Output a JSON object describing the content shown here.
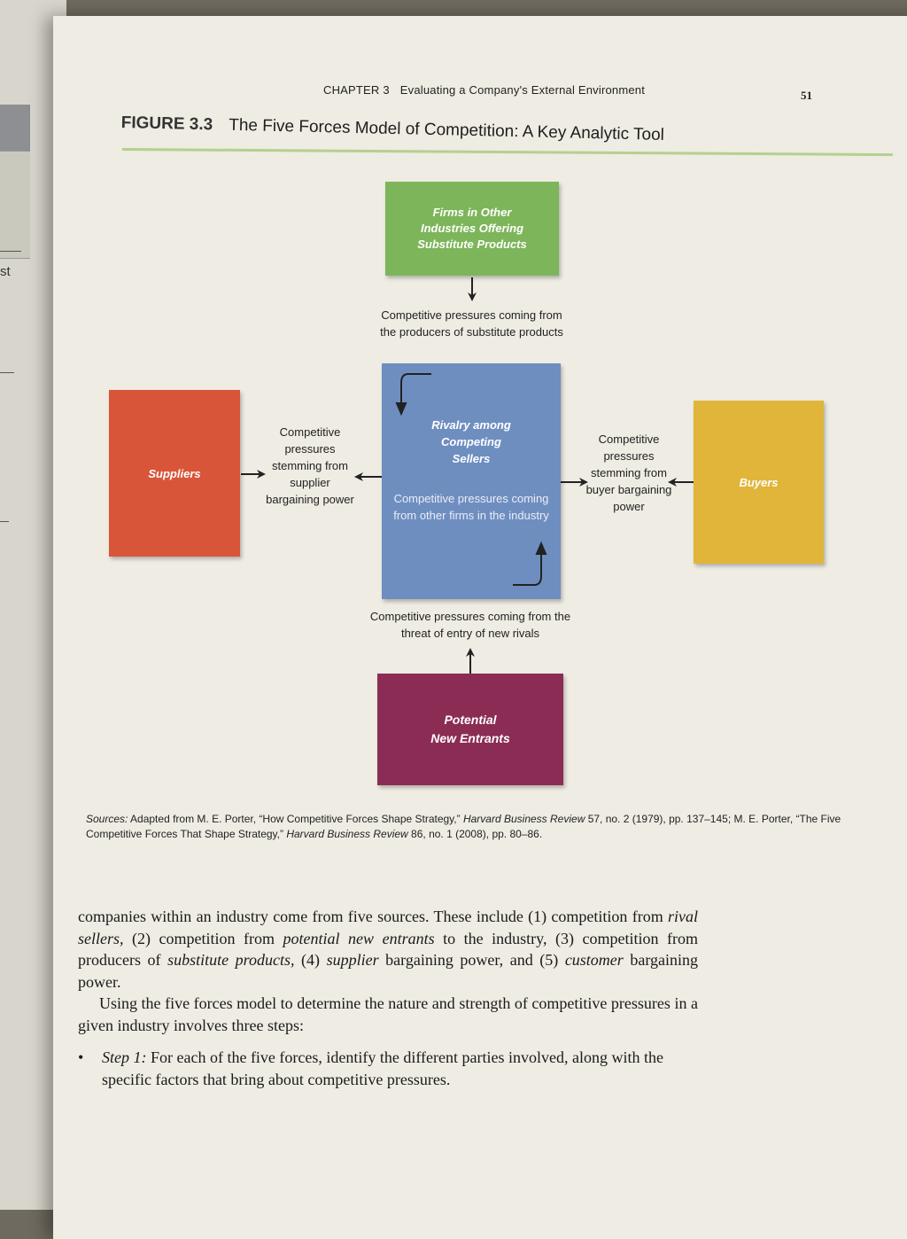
{
  "prev_page": {
    "fragment": "st"
  },
  "header": {
    "chapter_label": "CHAPTER 3",
    "chapter_title": "Evaluating a Company's External Environment",
    "page_number": "51"
  },
  "figure": {
    "label": "FIGURE 3.3",
    "title": "The Five Forces Model of Competition: A Key Analytic Tool",
    "boxes": {
      "substitutes": [
        "Firms in Other",
        "Industries Offering",
        "Substitute Products"
      ],
      "rivalry": [
        "Rivalry among",
        "Competing",
        "Sellers"
      ],
      "rivalry_note": "Competitive pressures coming from other firms in the industry",
      "suppliers": "Suppliers",
      "buyers": "Buyers",
      "entrants": [
        "Potential",
        "New Entrants"
      ]
    },
    "pressures": {
      "substitutes": "Competitive pressures coming from the producers of substitute products",
      "suppliers": "Competitive pressures stemming from supplier bargaining power",
      "buyers": "Competitive pressures stemming from buyer bargaining power",
      "entrants": "Competitive pressures coming from the threat of entry of new rivals"
    },
    "sources": {
      "label": "Sources:",
      "part1": " Adapted from M. E. Porter, “How Competitive Forces Shape Strategy,” ",
      "journal1": "Harvard Business Review",
      "part2": " 57, no. 2 (1979), pp. 137–145; M. E. Porter, “The Five Competitive Forces That Shape Strategy,” ",
      "journal2": "Harvard Business Review",
      "part3": " 86, no. 1 (2008), pp. 80–86."
    }
  },
  "body": {
    "p1": {
      "a": "companies within an industry come from five sources. These include (1) competition from ",
      "b": "rival sellers,",
      "c": " (2) competition from ",
      "d": "potential new entrants",
      "e": " to the industry, (3) competition from producers of ",
      "f": "substitute products,",
      "g": " (4) ",
      "h": "supplier",
      "i": " bargaining power, and (5) ",
      "j": "customer",
      "k": " bargaining power."
    },
    "p2": "Using the five forces model to determine the nature and strength of competitive pressures in a given industry involves three steps:",
    "bullet": {
      "symbol": "•",
      "step_label": "Step 1:",
      "text": " For each of the five forces, identify the different parties involved, along with the specific factors that bring about competitive pressures."
    }
  }
}
